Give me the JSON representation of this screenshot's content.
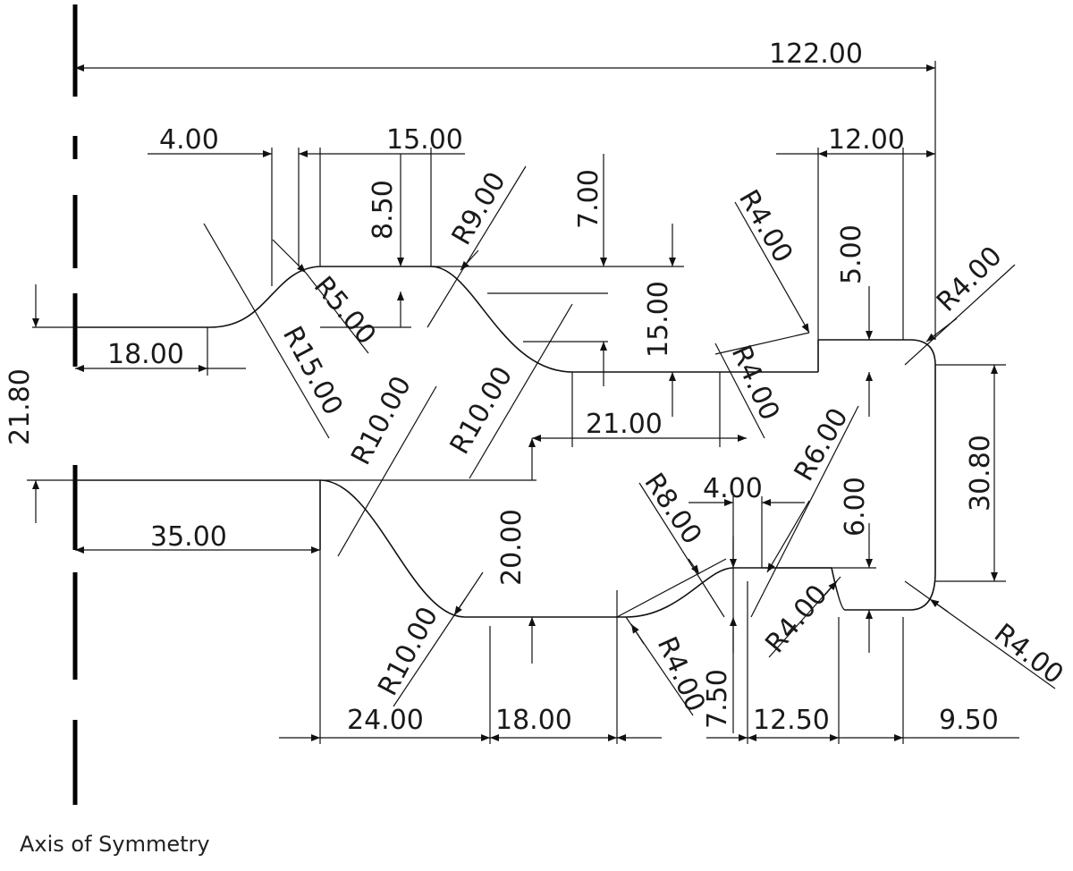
{
  "caption": "Axis of Symmetry",
  "dimensions": {
    "d122": "122.00",
    "d4a": "4.00",
    "d15a": "15.00",
    "d8_5": "8.50",
    "r9": "R9.00",
    "d7": "7.00",
    "r4a": "R4.00",
    "d12": "12.00",
    "d5": "5.00",
    "r4b": "R4.00",
    "r5": "R5.00",
    "d15b": "15.00",
    "d18a": "18.00",
    "r15": "R15.00",
    "r10a": "R10.00",
    "r4c": "R4.00",
    "d21": "21.00",
    "d21_8": "21.80",
    "r10b": "R10.00",
    "r6": "R6.00",
    "d30_8": "30.80",
    "d35": "35.00",
    "r8": "R8.00",
    "d4b": "4.00",
    "d6": "6.00",
    "d20": "20.00",
    "r10c": "R10.00",
    "r4d": "R4.00",
    "r4e": "R4.00",
    "d7_5": "7.50",
    "r4f": "R4.00",
    "d24": "24.00",
    "d18b": "18.00",
    "d12_5": "12.50",
    "d9_5": "9.50"
  }
}
